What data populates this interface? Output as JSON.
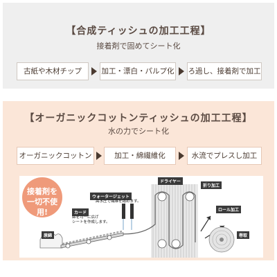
{
  "synthetic": {
    "title": "【合成ティッシュの加工工程】",
    "subtitle": "接着剤で固めてシート化",
    "steps": [
      "古紙や木材チップ",
      "加工・漂白・パルプ化",
      "ろ過し、接着剤で加工"
    ]
  },
  "organic": {
    "title": "【オーガニックコットンティッシュの加工工程】",
    "subtitle": "水の力でシート化",
    "steps": [
      "オーガニックコットン",
      "加工・綿繊維化",
      "水流でプレスし加工"
    ]
  },
  "illustration": {
    "badge_line1": "接着剤を",
    "badge_line2": "一切不使用!",
    "labels": {
      "raw": "原綿",
      "card": "カード",
      "waterjet": "ウォータージェット",
      "dryer": "ドライヤー",
      "fold": "折り加工",
      "roll": "ロール加工",
      "wind": "巻取"
    },
    "notes": {
      "card_line1": "綿を均一に広げ",
      "card_line2": "シートを作成します。",
      "waterjet_line1": "高水圧で繊維を絡めます。"
    }
  },
  "colors": {
    "section1_bg": "#efefef",
    "section2_bg": "#fbe6d8",
    "badge": "#ef9a7a",
    "text": "#4a3a30"
  }
}
